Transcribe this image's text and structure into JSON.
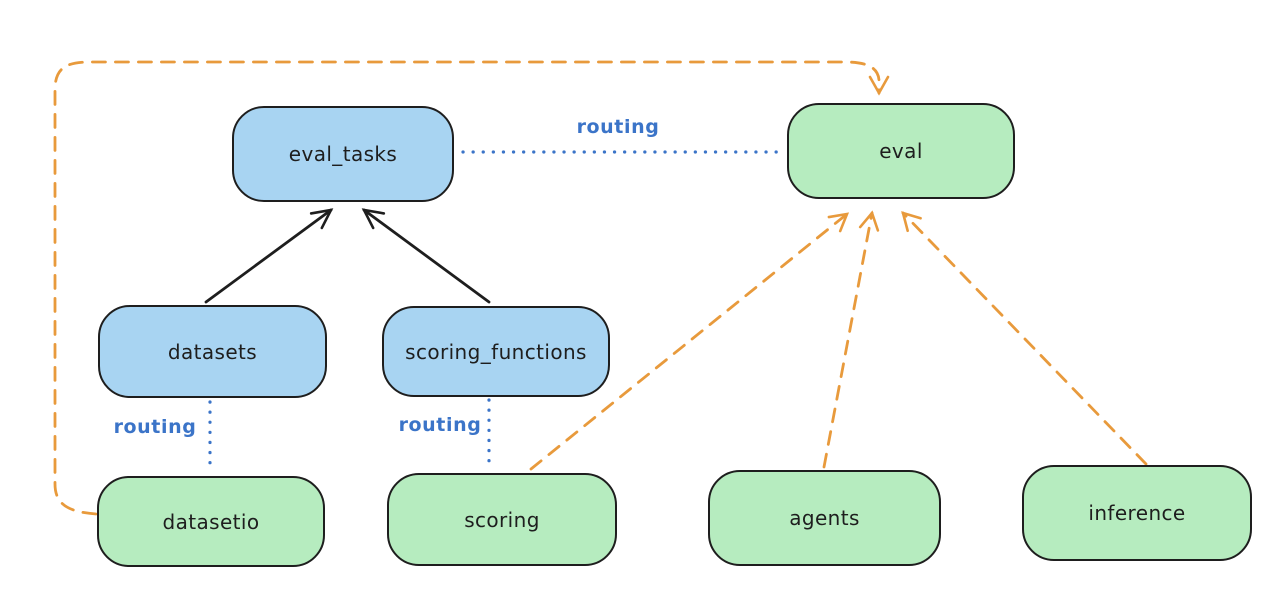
{
  "diagram": {
    "background": "#ffffff",
    "nodes": [
      {
        "id": "eval_tasks",
        "label": "eval_tasks",
        "kind": "resource",
        "fill": "#a8d4f2"
      },
      {
        "id": "eval",
        "label": "eval",
        "kind": "api",
        "fill": "#b6ecbf"
      },
      {
        "id": "datasets",
        "label": "datasets",
        "kind": "resource",
        "fill": "#a8d4f2"
      },
      {
        "id": "scoring_functions",
        "label": "scoring_functions",
        "kind": "resource",
        "fill": "#a8d4f2"
      },
      {
        "id": "datasetio",
        "label": "datasetio",
        "kind": "api",
        "fill": "#b6ecbf"
      },
      {
        "id": "scoring",
        "label": "scoring",
        "kind": "api",
        "fill": "#b6ecbf"
      },
      {
        "id": "agents",
        "label": "agents",
        "kind": "api",
        "fill": "#b6ecbf"
      },
      {
        "id": "inference",
        "label": "inference",
        "kind": "api",
        "fill": "#b6ecbf"
      }
    ],
    "colors": {
      "node_border": "#1e1e1e",
      "resource_fill_blue": "#a8d4f2",
      "api_fill_green": "#b6ecbf",
      "routing_blue": "#3b74c8",
      "dependency_orange": "#e89a3c",
      "arrow_black": "#1e1e1e"
    },
    "edges": [
      {
        "from": "datasets",
        "to": "eval_tasks",
        "style": "solid",
        "arrow": true,
        "color": "#1e1e1e"
      },
      {
        "from": "scoring_functions",
        "to": "eval_tasks",
        "style": "solid",
        "arrow": true,
        "color": "#1e1e1e"
      },
      {
        "from": "eval_tasks",
        "to": "eval",
        "style": "dotted",
        "arrow": false,
        "color": "#3b74c8",
        "label": "routing"
      },
      {
        "from": "datasets",
        "to": "datasetio",
        "style": "dotted",
        "arrow": false,
        "color": "#3b74c8",
        "label": "routing"
      },
      {
        "from": "scoring_functions",
        "to": "scoring",
        "style": "dotted",
        "arrow": false,
        "color": "#3b74c8",
        "label": "routing"
      },
      {
        "from": "datasetio",
        "to": "eval",
        "style": "dashed",
        "arrow": true,
        "color": "#e89a3c"
      },
      {
        "from": "scoring",
        "to": "eval",
        "style": "dashed",
        "arrow": true,
        "color": "#e89a3c"
      },
      {
        "from": "agents",
        "to": "eval",
        "style": "dashed",
        "arrow": true,
        "color": "#e89a3c"
      },
      {
        "from": "inference",
        "to": "eval",
        "style": "dashed",
        "arrow": true,
        "color": "#e89a3c"
      }
    ]
  }
}
